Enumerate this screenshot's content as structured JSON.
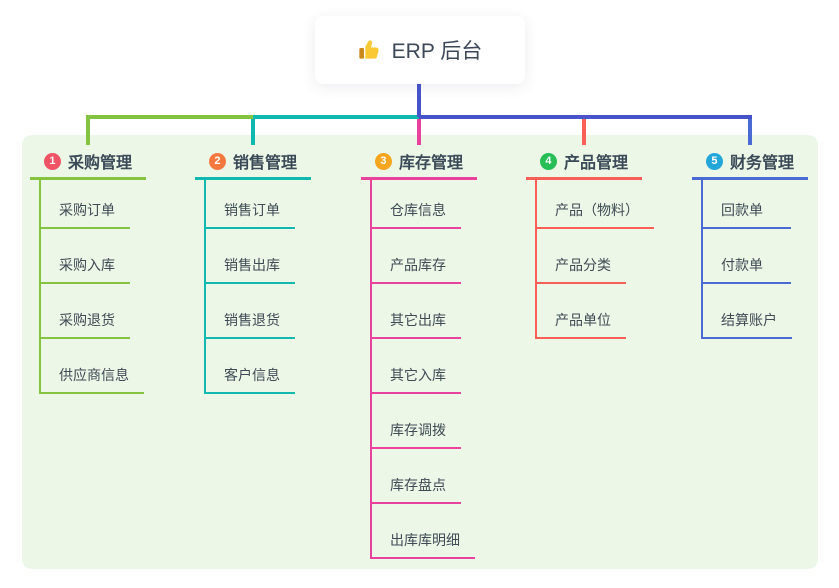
{
  "root": {
    "label": "ERP 后台",
    "icon": "thumbs-up-icon"
  },
  "colors": {
    "canvas_bg": "#ffffff",
    "panel_bg": "#ecf7e7",
    "connector": "#4753cb",
    "root_text": "#3c4858"
  },
  "branches": [
    {
      "index": "1",
      "label": "采购管理",
      "badge_color": "#ee5466",
      "line_color": "#85c440",
      "children": [
        "采购订单",
        "采购入库",
        "采购退货",
        "供应商信息"
      ]
    },
    {
      "index": "2",
      "label": "销售管理",
      "badge_color": "#f5793f",
      "line_color": "#10b9b0",
      "children": [
        "销售订单",
        "销售出库",
        "销售退货",
        "客户信息"
      ]
    },
    {
      "index": "3",
      "label": "库存管理",
      "badge_color": "#f8a51f",
      "line_color": "#e8429c",
      "children": [
        "仓库信息",
        "产品库存",
        "其它出库",
        "其它入库",
        "库存调拨",
        "库存盘点",
        "出库库明细"
      ]
    },
    {
      "index": "4",
      "label": "产品管理",
      "badge_color": "#27bd57",
      "line_color": "#f85f57",
      "children": [
        "产品（物料）",
        "产品分类",
        "产品单位"
      ]
    },
    {
      "index": "5",
      "label": "财务管理",
      "badge_color": "#23a7da",
      "line_color": "#4a6bd3",
      "children": [
        "回款单",
        "付款单",
        "结算账户"
      ]
    }
  ]
}
